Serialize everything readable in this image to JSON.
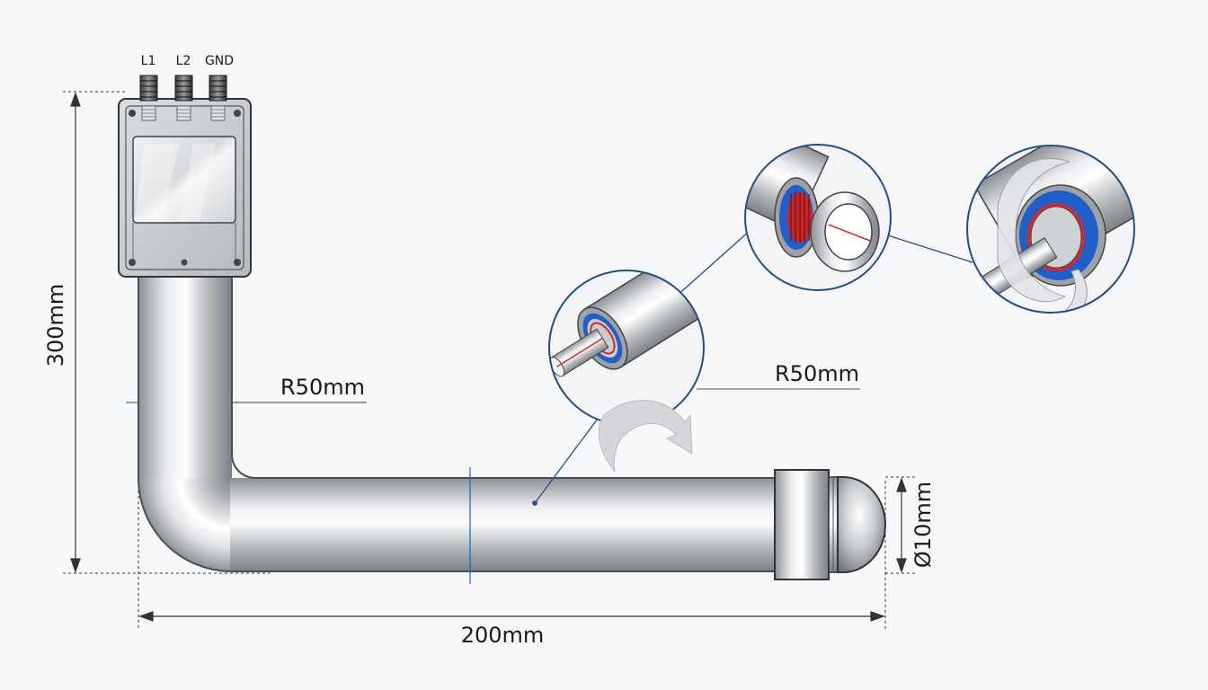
{
  "diagram": {
    "terminals": [
      "L1",
      "L2",
      "GND"
    ],
    "dimensions": {
      "height": "300mm",
      "length": "200mm",
      "diameter": "Ø10mm",
      "bend_radius_left": "R50mm",
      "bend_radius_right": "R50mm"
    },
    "colors": {
      "steel": "#b9bdc2",
      "insulation_blue": "#1f5fc8",
      "heating_wire_red": "#d42a2a",
      "leader_line": "#1f4e8c",
      "dimension_line": "#333333"
    },
    "detail_views": [
      "detail-cut-section",
      "detail-coil-and-ring",
      "detail-end-seal"
    ]
  }
}
